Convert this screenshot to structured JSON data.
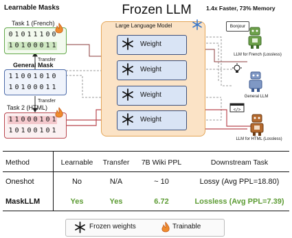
{
  "header": {
    "left_title": "Learnable Masks",
    "center_title": "Frozen LLM",
    "right_title": "1.4x Faster, 73% Memory"
  },
  "masks": {
    "task1": {
      "label": "Task 1 (French)",
      "row1": [
        "0",
        "1",
        "0",
        "1",
        "1",
        "1",
        "0",
        "0"
      ],
      "row2": [
        "1",
        "0",
        "1",
        "0",
        "0",
        "0",
        "1",
        "1"
      ]
    },
    "general": {
      "label": "General Mask",
      "row1": [
        "1",
        "1",
        "0",
        "0",
        "1",
        "0",
        "1",
        "0"
      ],
      "row2": [
        "1",
        "0",
        "1",
        "0",
        "0",
        "0",
        "1",
        "1"
      ]
    },
    "task2": {
      "label": "Task 2 (HTML)",
      "row1": [
        "1",
        "1",
        "0",
        "0",
        "0",
        "1",
        "0",
        "1"
      ],
      "row2": [
        "1",
        "0",
        "1",
        "0",
        "0",
        "1",
        "0",
        "1"
      ]
    }
  },
  "transfer_labels": [
    "Transfer",
    "Transfer"
  ],
  "llm": {
    "label": "Large Language Model",
    "weights": [
      "Weight",
      "Weight",
      "Weight",
      "Weight"
    ]
  },
  "right": {
    "bubble": "Bonjour",
    "french_label": "LLM for French (Lossless)",
    "general_label": "General LLM",
    "html_label": "LLM for HTML (Lossless)"
  },
  "table": {
    "headers": [
      "Method",
      "Learnable",
      "Transfer",
      "7B Wiki PPL",
      "Downstream Task"
    ],
    "rows": [
      [
        "Oneshot",
        "No",
        "N/A",
        "~ 10",
        "Lossy (Avg PPL=18.80)"
      ],
      [
        "MaskLLM",
        "Yes",
        "Yes",
        "6.72",
        "Lossless (Avg PPL=7.39)"
      ]
    ]
  },
  "legend": {
    "frozen": "Frozen weights",
    "trainable": "Trainable"
  },
  "colors": {
    "green": "#63a84a",
    "blue": "#4a69a8",
    "red": "#b9474f",
    "llm_fill": "#fbe3c6",
    "weight_fill": "#d9e4f5",
    "highlight_green": "#5c9b33"
  }
}
